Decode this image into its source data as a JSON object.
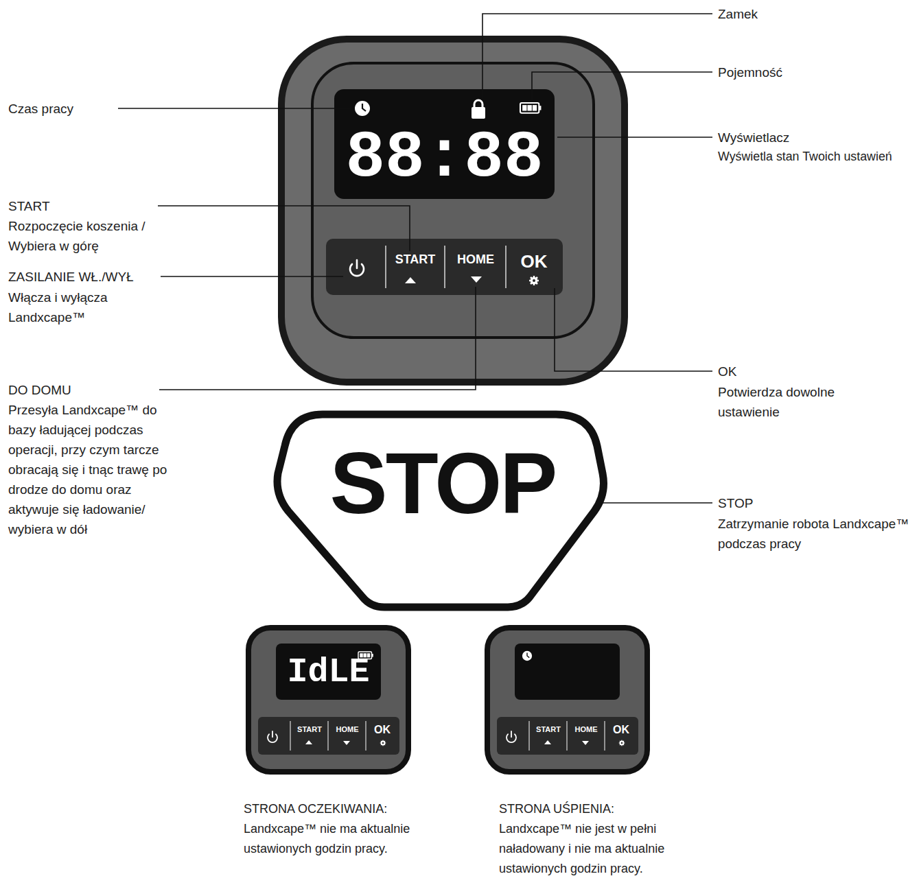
{
  "diagram": {
    "nodes": [
      {
        "text": [
          "88:88"
        ]
      },
      {
        "text": [
          "START"
        ]
      },
      {
        "text": [
          "HOME"
        ]
      },
      {
        "text": [
          "OK"
        ]
      },
      {
        "text": [
          "STOP"
        ]
      },
      {
        "text": [
          "IdLE"
        ]
      },
      {
        "text": [
          "START"
        ]
      },
      {
        "text": [
          "HOME"
        ]
      },
      {
        "text": [
          "OK"
        ]
      },
      {
        "text": [
          "START"
        ]
      },
      {
        "text": [
          "HOME"
        ]
      },
      {
        "text": [
          "OK"
        ]
      }
    ],
    "labels": [
      "Zamek",
      "Pojemność",
      "Wyświetlacz",
      "Wyświetla stan Twoich ustawień",
      "Czas pracy",
      "START",
      "Rozpoczęcie koszenia / Wybiera w górę",
      "ZASILANIE WŁ./WYŁ",
      "Włącza i wyłącza Landxcape™",
      "DO DOMU",
      "Przesyła Landxcape™ do bazy ładującej podczas operacji, przy czym tarcze obracają się i tnąc trawę po drodze do domu oraz aktywuje się ładowanie/ wybiera w dół",
      "OK",
      "Potwierdza dowolne ustawienie",
      "STOP",
      "Zatrzymanie robota Landxcape™ podczas pracy",
      "STRONA OCZEKIWANIA:",
      "Landxcape™ nie ma aktualnie ustawionych godzin pracy.",
      "STRONA UŚPIENIA:",
      "Landxcape™ nie jest w pełni naładowany i nie ma aktualnie ustawionych godzin pracy."
    ]
  }
}
